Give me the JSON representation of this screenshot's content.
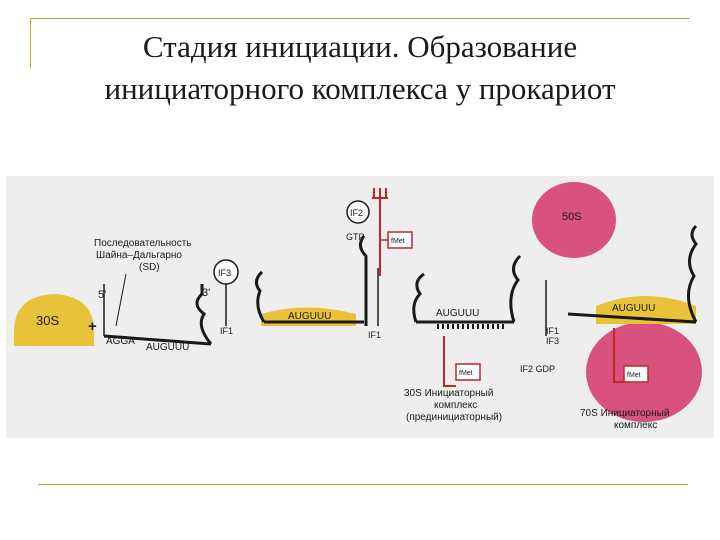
{
  "title_line1": "Стадия инициации. Образование",
  "title_line2": "инициаторного комплекса у прокариот",
  "colors": {
    "frame": "#c9a227",
    "subunit30s": "#e8c33a",
    "subunit50s": "#d9527e",
    "trna": "#c0262a",
    "panel": "#eeeeef"
  },
  "diagram": {
    "sd_line1": "Последовательность",
    "sd_line2": "Шайна–Дальгарно",
    "sd_line3": "(SD)",
    "five_prime": "5'",
    "three_prime": "3'",
    "plus": "+",
    "s30": "30S",
    "agga": "AGGA",
    "auguuu_1": "AUGUUU",
    "if3": "IF3",
    "if1_a": "IF1",
    "auguuu_2": "AUGUUU",
    "if2": "IF2",
    "gtp": "GTP",
    "fmet_1": "fMet",
    "if1_b": "IF1",
    "auguuu_3": "AUGUUU",
    "fmet_2": "fMet",
    "complex30s_1": "30S  Инициаторный",
    "complex30s_2": "комплекс",
    "complex30s_3": "(прединициаторный)",
    "s50": "50S",
    "if1_c": "IF1",
    "if3_c": "IF3",
    "if2_gdp": "IF2  GDP",
    "auguuu_4": "AUGUUU",
    "fmet_3": "fMet",
    "complex70s_1": "70S  Инициаторный",
    "complex70s_2": "комплекс"
  }
}
